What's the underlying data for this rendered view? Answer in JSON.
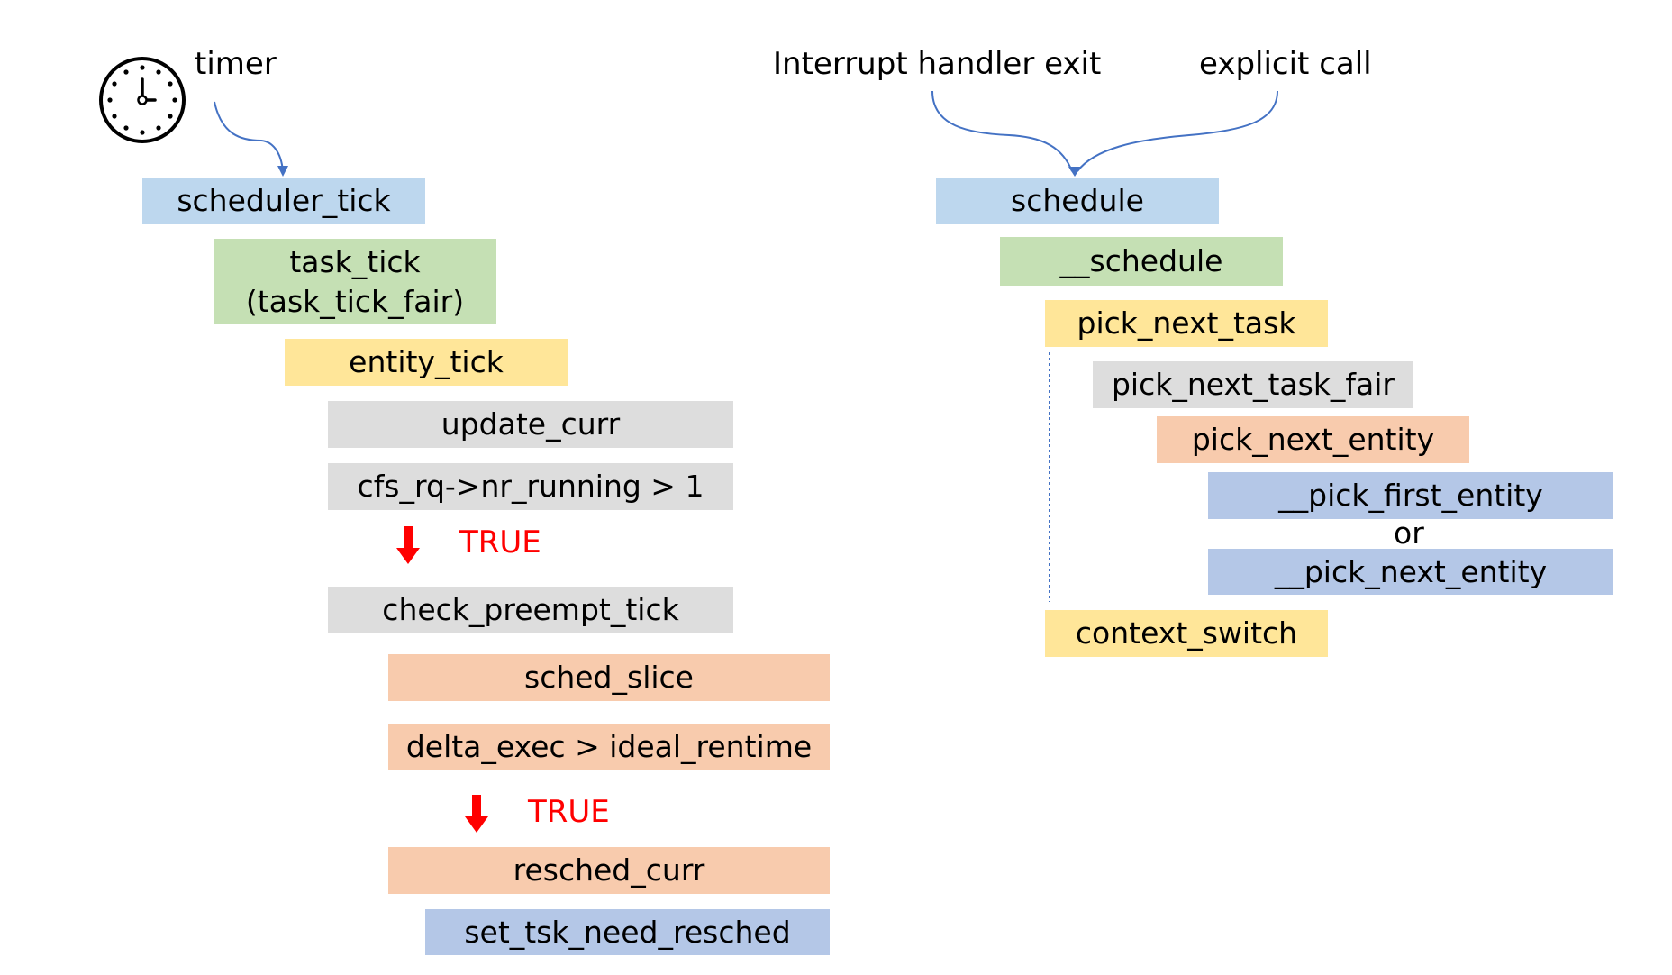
{
  "colors": {
    "blue": "#bdd7ee",
    "green": "#c5e0b4",
    "yellow": "#ffe699",
    "gray": "#dddddd",
    "peach": "#f8cbad",
    "periwinkle": "#b4c7e7",
    "true_red": "#ff0000",
    "connector": "#4472c4"
  },
  "icons": {
    "clock": "clock-icon",
    "arrow": "red-down-arrow-icon"
  },
  "left": {
    "trigger_label": "timer",
    "scheduler_tick": "scheduler_tick",
    "task_tick_line1": "task_tick",
    "task_tick_line2": "(task_tick_fair)",
    "entity_tick": "entity_tick",
    "update_curr": "update_curr",
    "nr_running_check": "cfs_rq->nr_running > 1",
    "true_label_1": "TRUE",
    "check_preempt_tick": "check_preempt_tick",
    "sched_slice": "sched_slice",
    "delta_exec_check": "delta_exec > ideal_rentime",
    "true_label_2": "TRUE",
    "resched_curr": "resched_curr",
    "set_tsk_need_resched": "set_tsk_need_resched"
  },
  "right": {
    "trigger_interrupt": "Interrupt handler exit",
    "trigger_explicit": "explicit call",
    "schedule": "schedule",
    "__schedule": "__schedule",
    "pick_next_task": "pick_next_task",
    "pick_next_task_fair": "pick_next_task_fair",
    "pick_next_entity": "pick_next_entity",
    "__pick_first_entity": "__pick_first_entity",
    "or": "or",
    "__pick_next_entity": "__pick_next_entity",
    "context_switch": "context_switch"
  }
}
